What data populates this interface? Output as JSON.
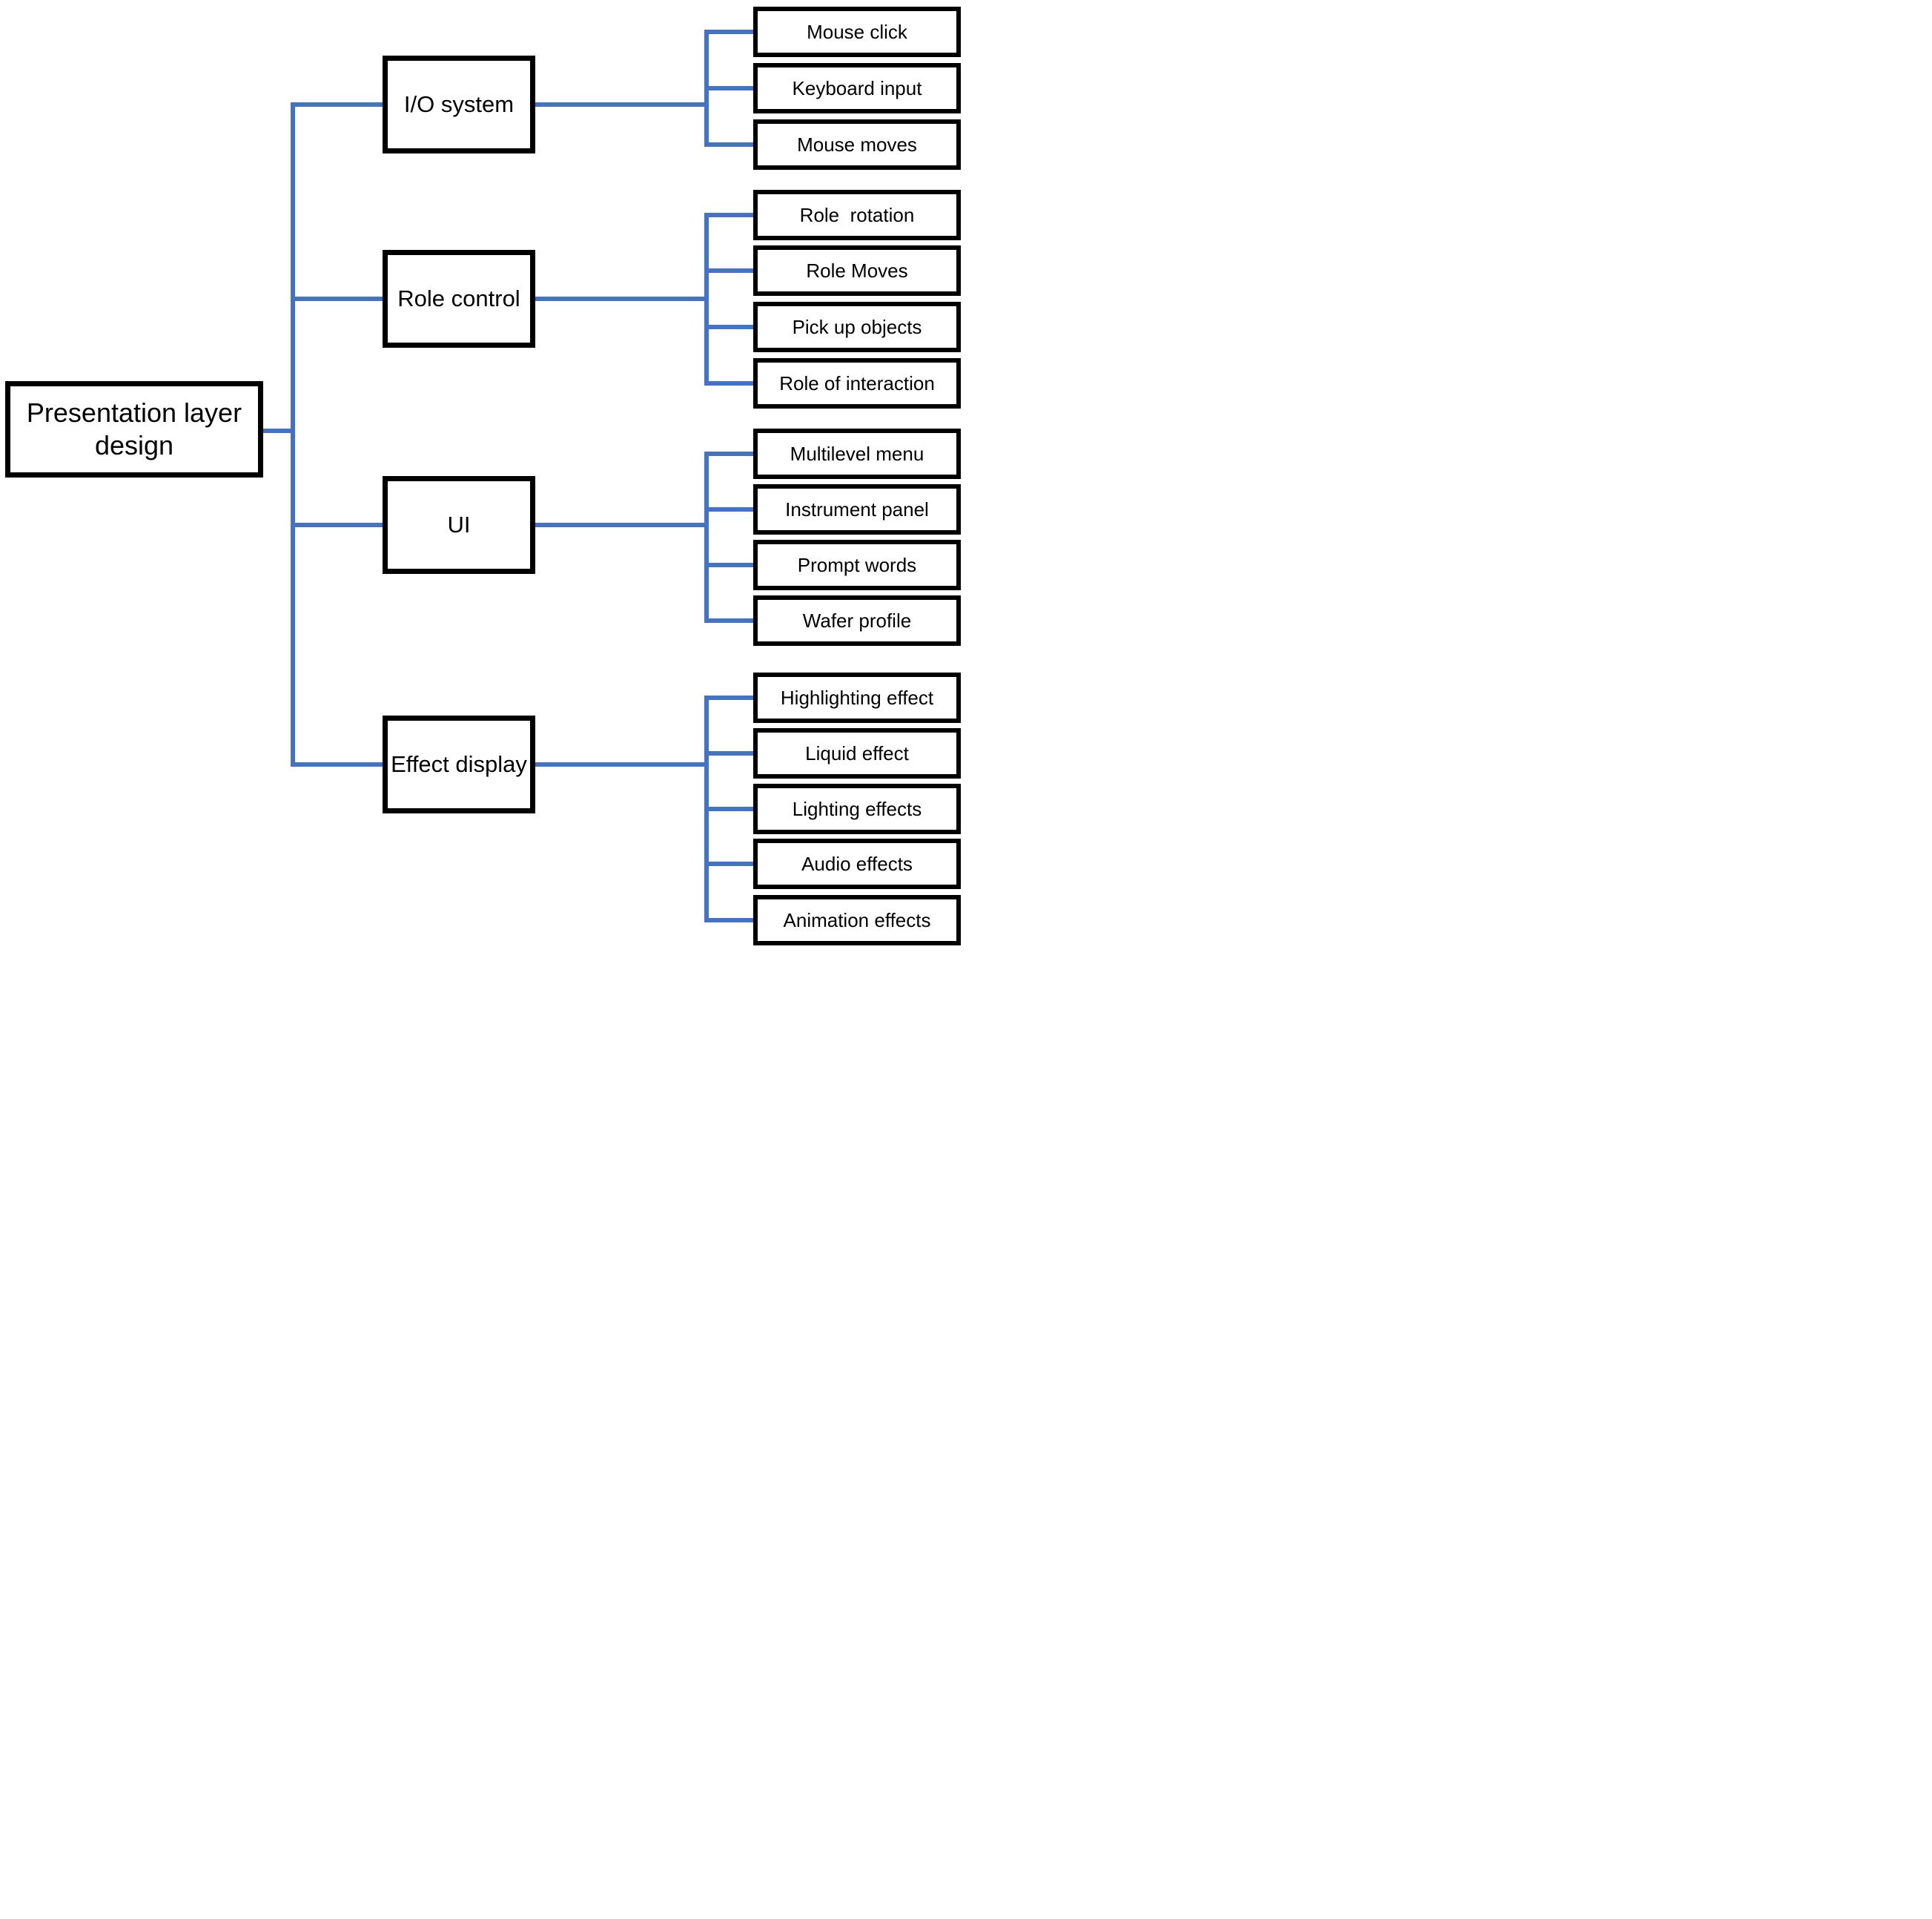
{
  "diagram": {
    "title_hint": "Presentation layer design tree diagram",
    "colors": {
      "connector": "#4472C4",
      "box_border": "#000000",
      "box_fill": "#FFFFFF",
      "text": "#000000",
      "background": "#FFFFFF"
    },
    "root": {
      "label": "Presentation layer design"
    },
    "branches": [
      {
        "label": "I/O system",
        "children": [
          "Mouse click",
          "Keyboard input",
          "Mouse moves"
        ]
      },
      {
        "label": "Role control",
        "children": [
          "Role  rotation",
          "Role Moves",
          "Pick up objects",
          "Role of interaction"
        ]
      },
      {
        "label": "UI",
        "children": [
          "Multilevel menu",
          "Instrument panel",
          "Prompt words",
          "Wafer profile"
        ]
      },
      {
        "label": "Effect display",
        "children": [
          "Highlighting effect",
          "Liquid effect",
          "Lighting effects",
          "Audio effects",
          "Animation effects"
        ]
      }
    ]
  }
}
